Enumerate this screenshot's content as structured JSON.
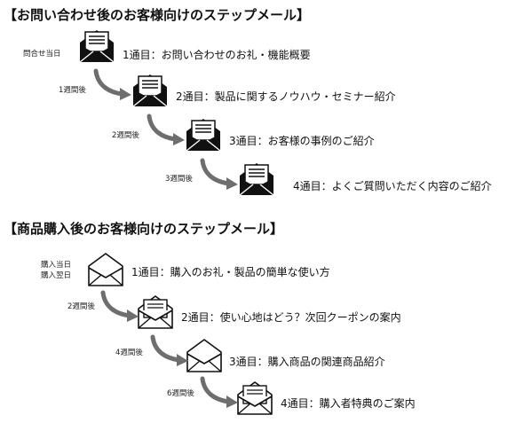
{
  "inquiry": {
    "title": "【お問い合わせ後のお客様向けのステップメール】",
    "steps": [
      {
        "timing": "問合せ当日",
        "label": "1通目：お問い合わせのお礼・機能概要"
      },
      {
        "timing": "1週間後",
        "label": "2通目：製品に関するノウハウ・セミナー紹介"
      },
      {
        "timing": "2週間後",
        "label": "3通目：お客様の事例のご紹介"
      },
      {
        "timing": "3週間後",
        "label": "4通目：よくご質問いただく内容のご紹介"
      }
    ]
  },
  "purchase": {
    "title": "【商品購入後のお客様向けのステップメール】",
    "steps": [
      {
        "timing_line1": "購入当日",
        "timing_line2": "購入翌日",
        "label": "1通目：購入のお礼・製品の簡単な使い方"
      },
      {
        "timing": "2週間後",
        "label": "2通目：使い心地はどう？次回クーポンの案内"
      },
      {
        "timing": "4週間後",
        "label": "3通目：購入商品の関連商品紹介"
      },
      {
        "timing": "6週間後",
        "label": "4通目：購入者特典のご案内"
      }
    ]
  }
}
